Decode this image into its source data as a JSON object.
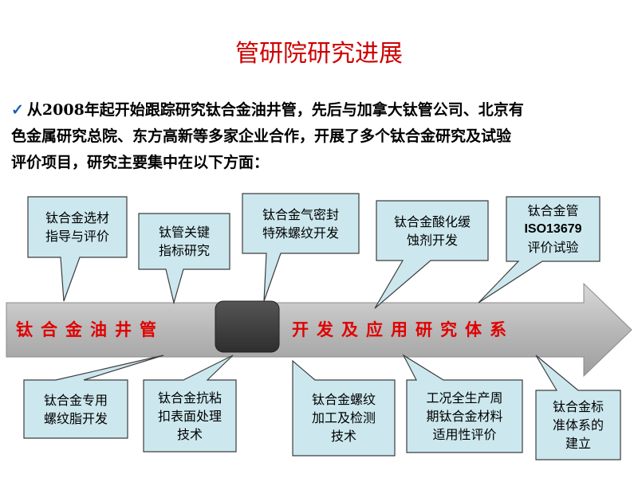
{
  "title": "管研院研究进展",
  "intro": {
    "bullet_icon": "checkmark-icon",
    "lines": [
      "从2008年起开始跟踪研究钛合金油井管，先后与加拿大钛管公司、北京有",
      "色金属研究总院、东方高新等多家企业合作，开展了多个钛合金研究及试验",
      "评价项目，研究主要集中在以下方面："
    ]
  },
  "bar": {
    "left_label": "钛合金油井管",
    "right_label": "开发及应用研究体系"
  },
  "colors": {
    "title": "#cc0000",
    "bar_text": "#e00000",
    "callout_fill": "#cce8ee",
    "bar_fill": "#bdbdbd",
    "connector": "#3d3d3d"
  },
  "callouts_top": [
    {
      "lines": [
        "钛合金选材",
        "指导与评价"
      ]
    },
    {
      "lines": [
        "钛管关键",
        "指标研究"
      ]
    },
    {
      "lines": [
        "钛合金气密封",
        "特殊螺纹开发"
      ]
    },
    {
      "lines": [
        "钛合金酸化缓",
        "蚀剂开发"
      ]
    },
    {
      "lines": [
        "钛合金管",
        "ISO13679",
        "评价试验"
      ]
    }
  ],
  "callouts_bottom": [
    {
      "lines": [
        "钛合金专用",
        "螺纹脂开发"
      ]
    },
    {
      "lines": [
        "钛合金抗粘",
        "扣表面处理",
        "技术"
      ]
    },
    {
      "lines": [
        "钛合金螺纹",
        "加工及检测",
        "技术"
      ]
    },
    {
      "lines": [
        "工况全生产周",
        "期钛合金材料",
        "适用性评价"
      ]
    },
    {
      "lines": [
        "钛合金标",
        "准体系的",
        "建立"
      ]
    }
  ]
}
